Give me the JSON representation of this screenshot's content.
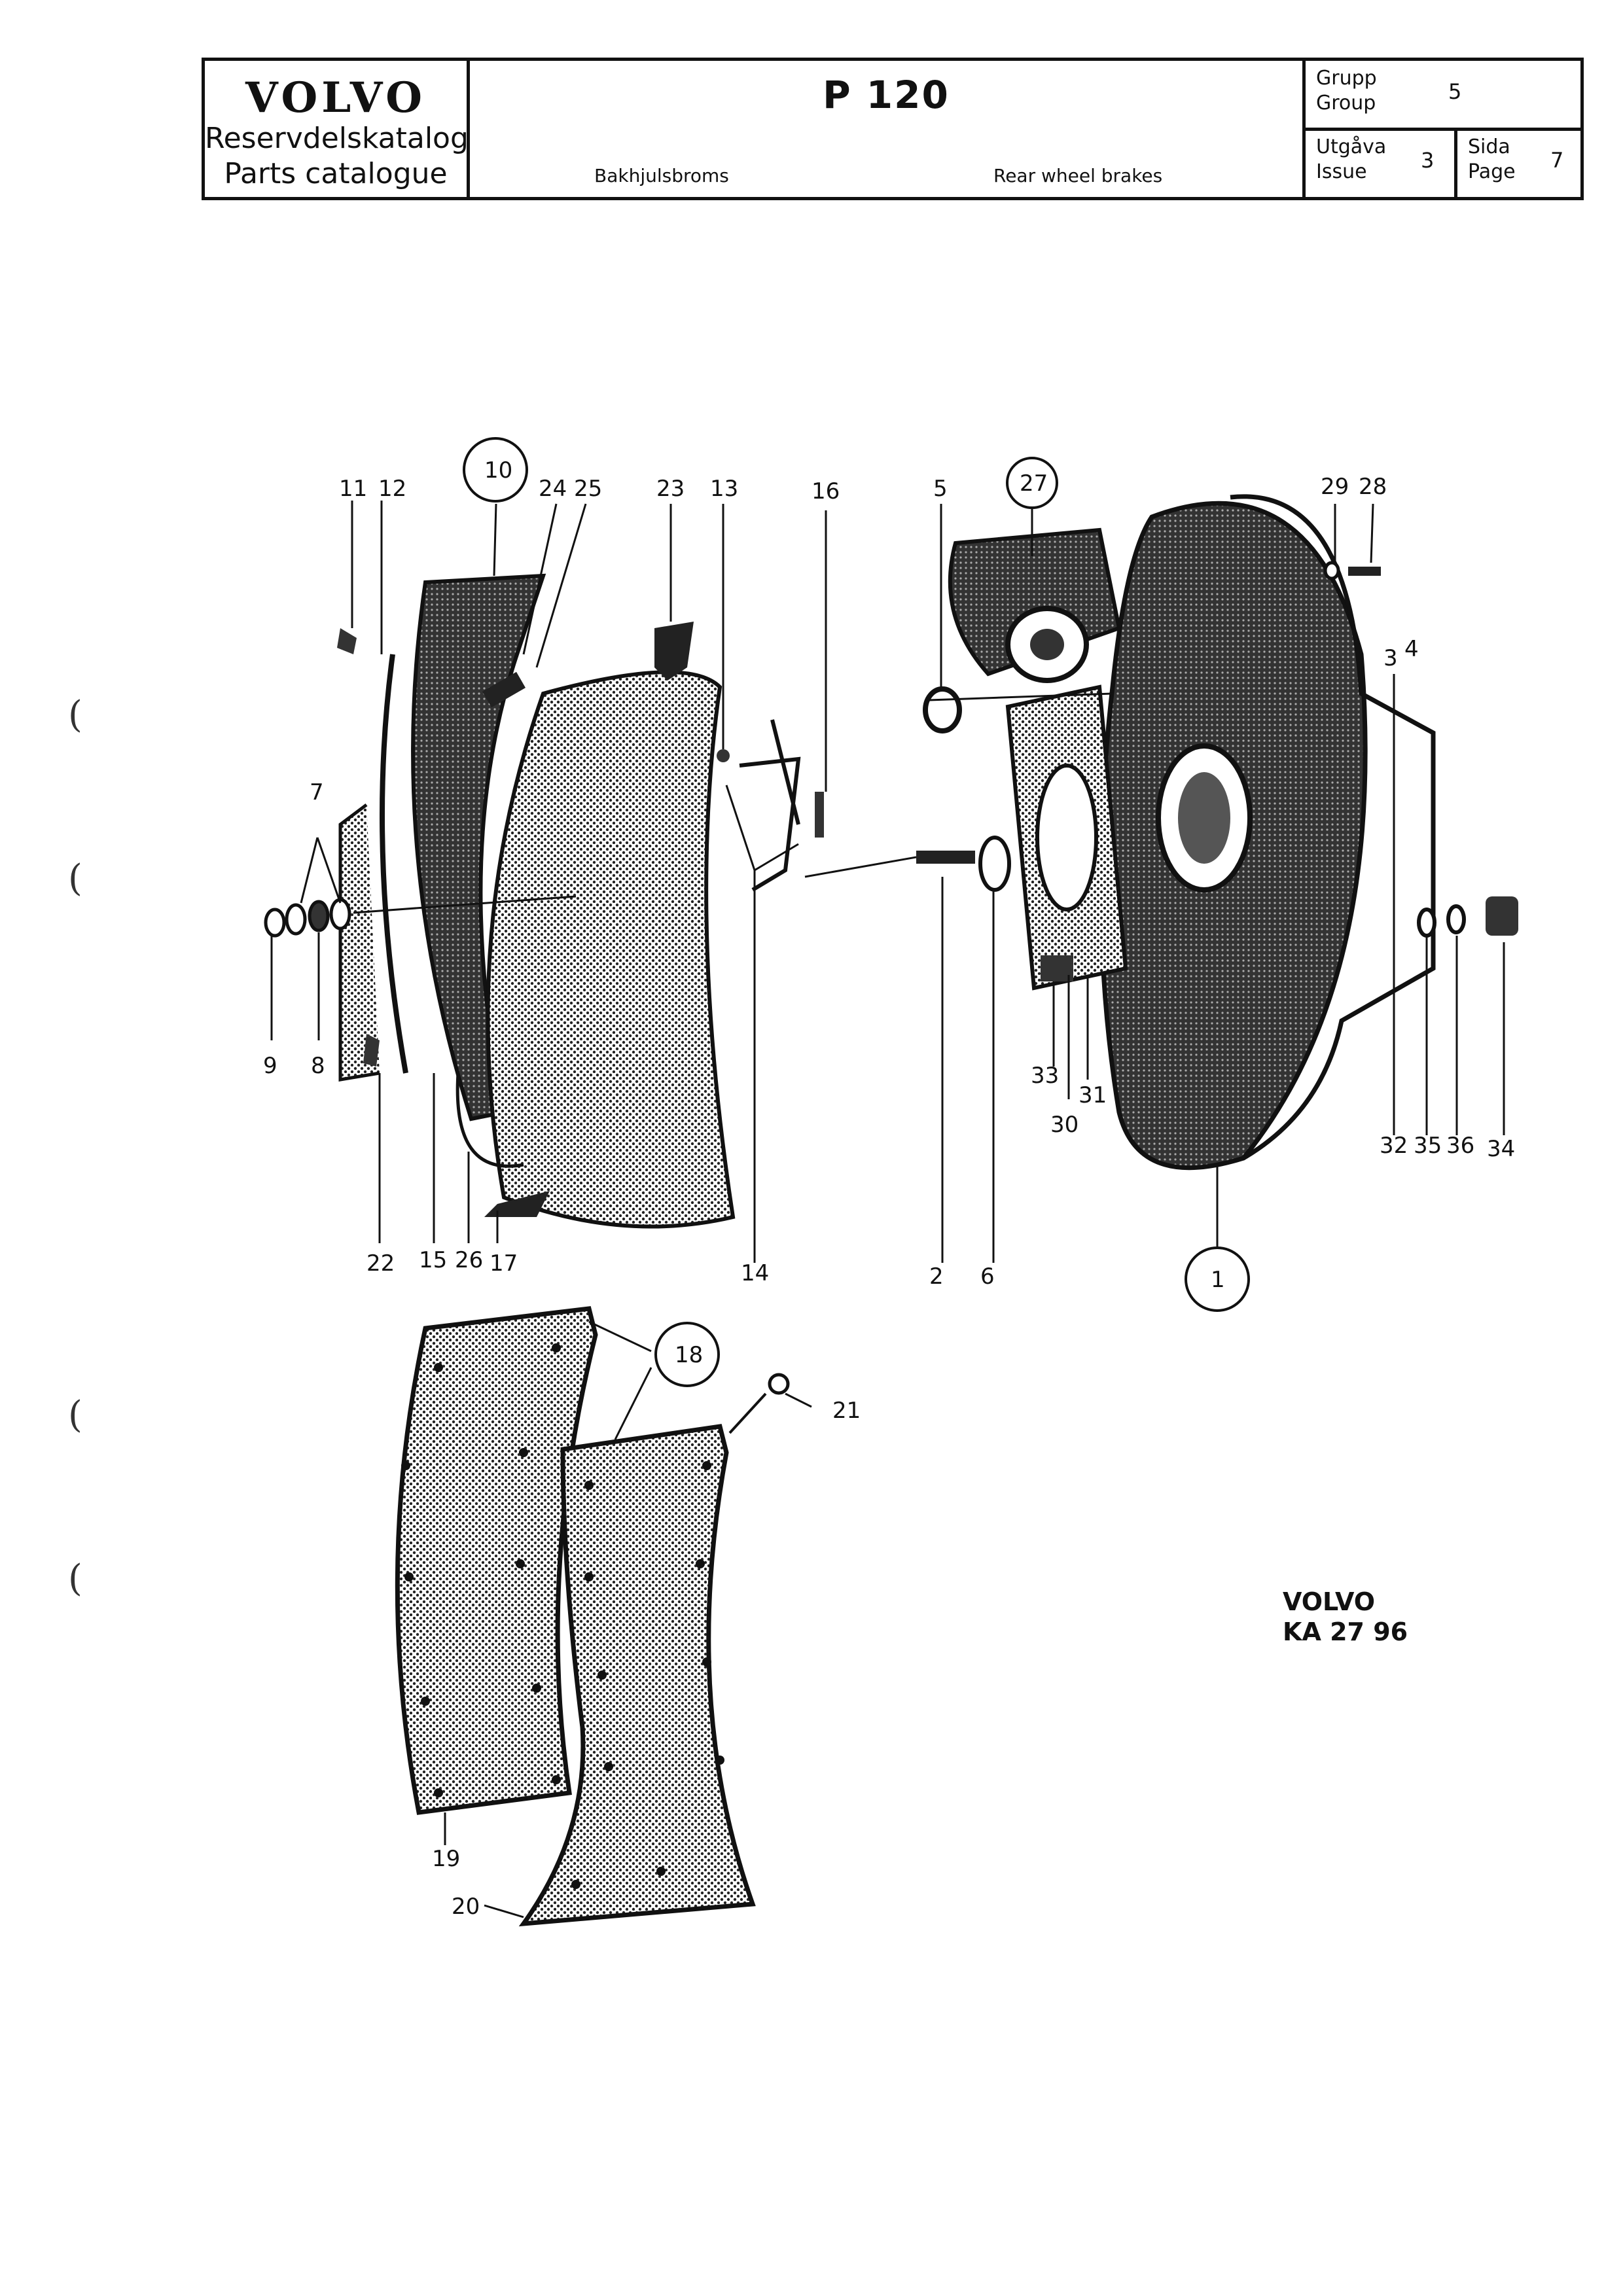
{
  "header": {
    "brand": "VOLVO",
    "catalog_sv": "Reservdelskatalog",
    "catalog_en": "Parts catalogue",
    "model": "P 120",
    "section_sv": "Bakhjulsbroms",
    "section_en": "Rear wheel brakes",
    "group_label_sv": "Grupp",
    "group_label_en": "Group",
    "group_value": "5",
    "issue_label_sv": "Utgåva",
    "issue_label_en": "Issue",
    "issue_value": "3",
    "page_label_sv": "Sida",
    "page_label_en": "Page",
    "page_value": "7"
  },
  "callouts": {
    "c1": "1",
    "c2": "2",
    "c3": "3",
    "c4": "4",
    "c5": "5",
    "c6": "6",
    "c7": "7",
    "c8": "8",
    "c9": "9",
    "c10": "10",
    "c11": "11",
    "c12": "12",
    "c13": "13",
    "c14": "14",
    "c15": "15",
    "c16": "16",
    "c17": "17",
    "c18": "18",
    "c19": "19",
    "c20": "20",
    "c21": "21",
    "c22": "22",
    "c23": "23",
    "c24": "24",
    "c25": "25",
    "c26": "26",
    "c27": "27",
    "c28": "28",
    "c29": "29",
    "c30": "30",
    "c31": "31",
    "c32": "32",
    "c33": "33",
    "c34": "34",
    "c35": "35",
    "c36": "36"
  },
  "footer": {
    "brand": "VOLVO",
    "code": "KA 27 96"
  }
}
